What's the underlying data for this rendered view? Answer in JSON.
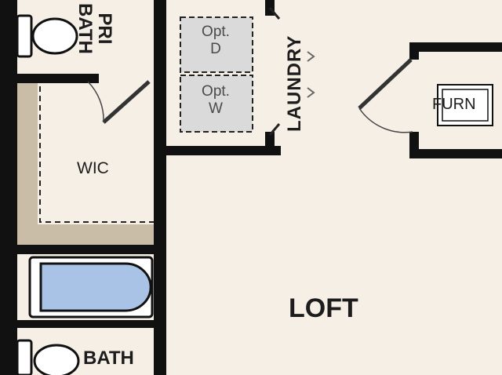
{
  "plan": {
    "rooms": {
      "primary_bath": {
        "line1": "PRI",
        "line2": "BATH"
      },
      "wic": "WIC",
      "laundry": "LAUNDRY",
      "opt_dryer": {
        "line1": "Opt.",
        "line2": "D"
      },
      "opt_washer": {
        "line1": "Opt.",
        "line2": "W"
      },
      "furnace": "FURN",
      "bath": "BATH",
      "loft": "LOFT"
    },
    "colors": {
      "floor": "#f6efe6",
      "wall": "#111111",
      "closet_shelf": "#c9bda8",
      "appliance": "#dadada",
      "tub_water": "#a9c3e6"
    }
  }
}
